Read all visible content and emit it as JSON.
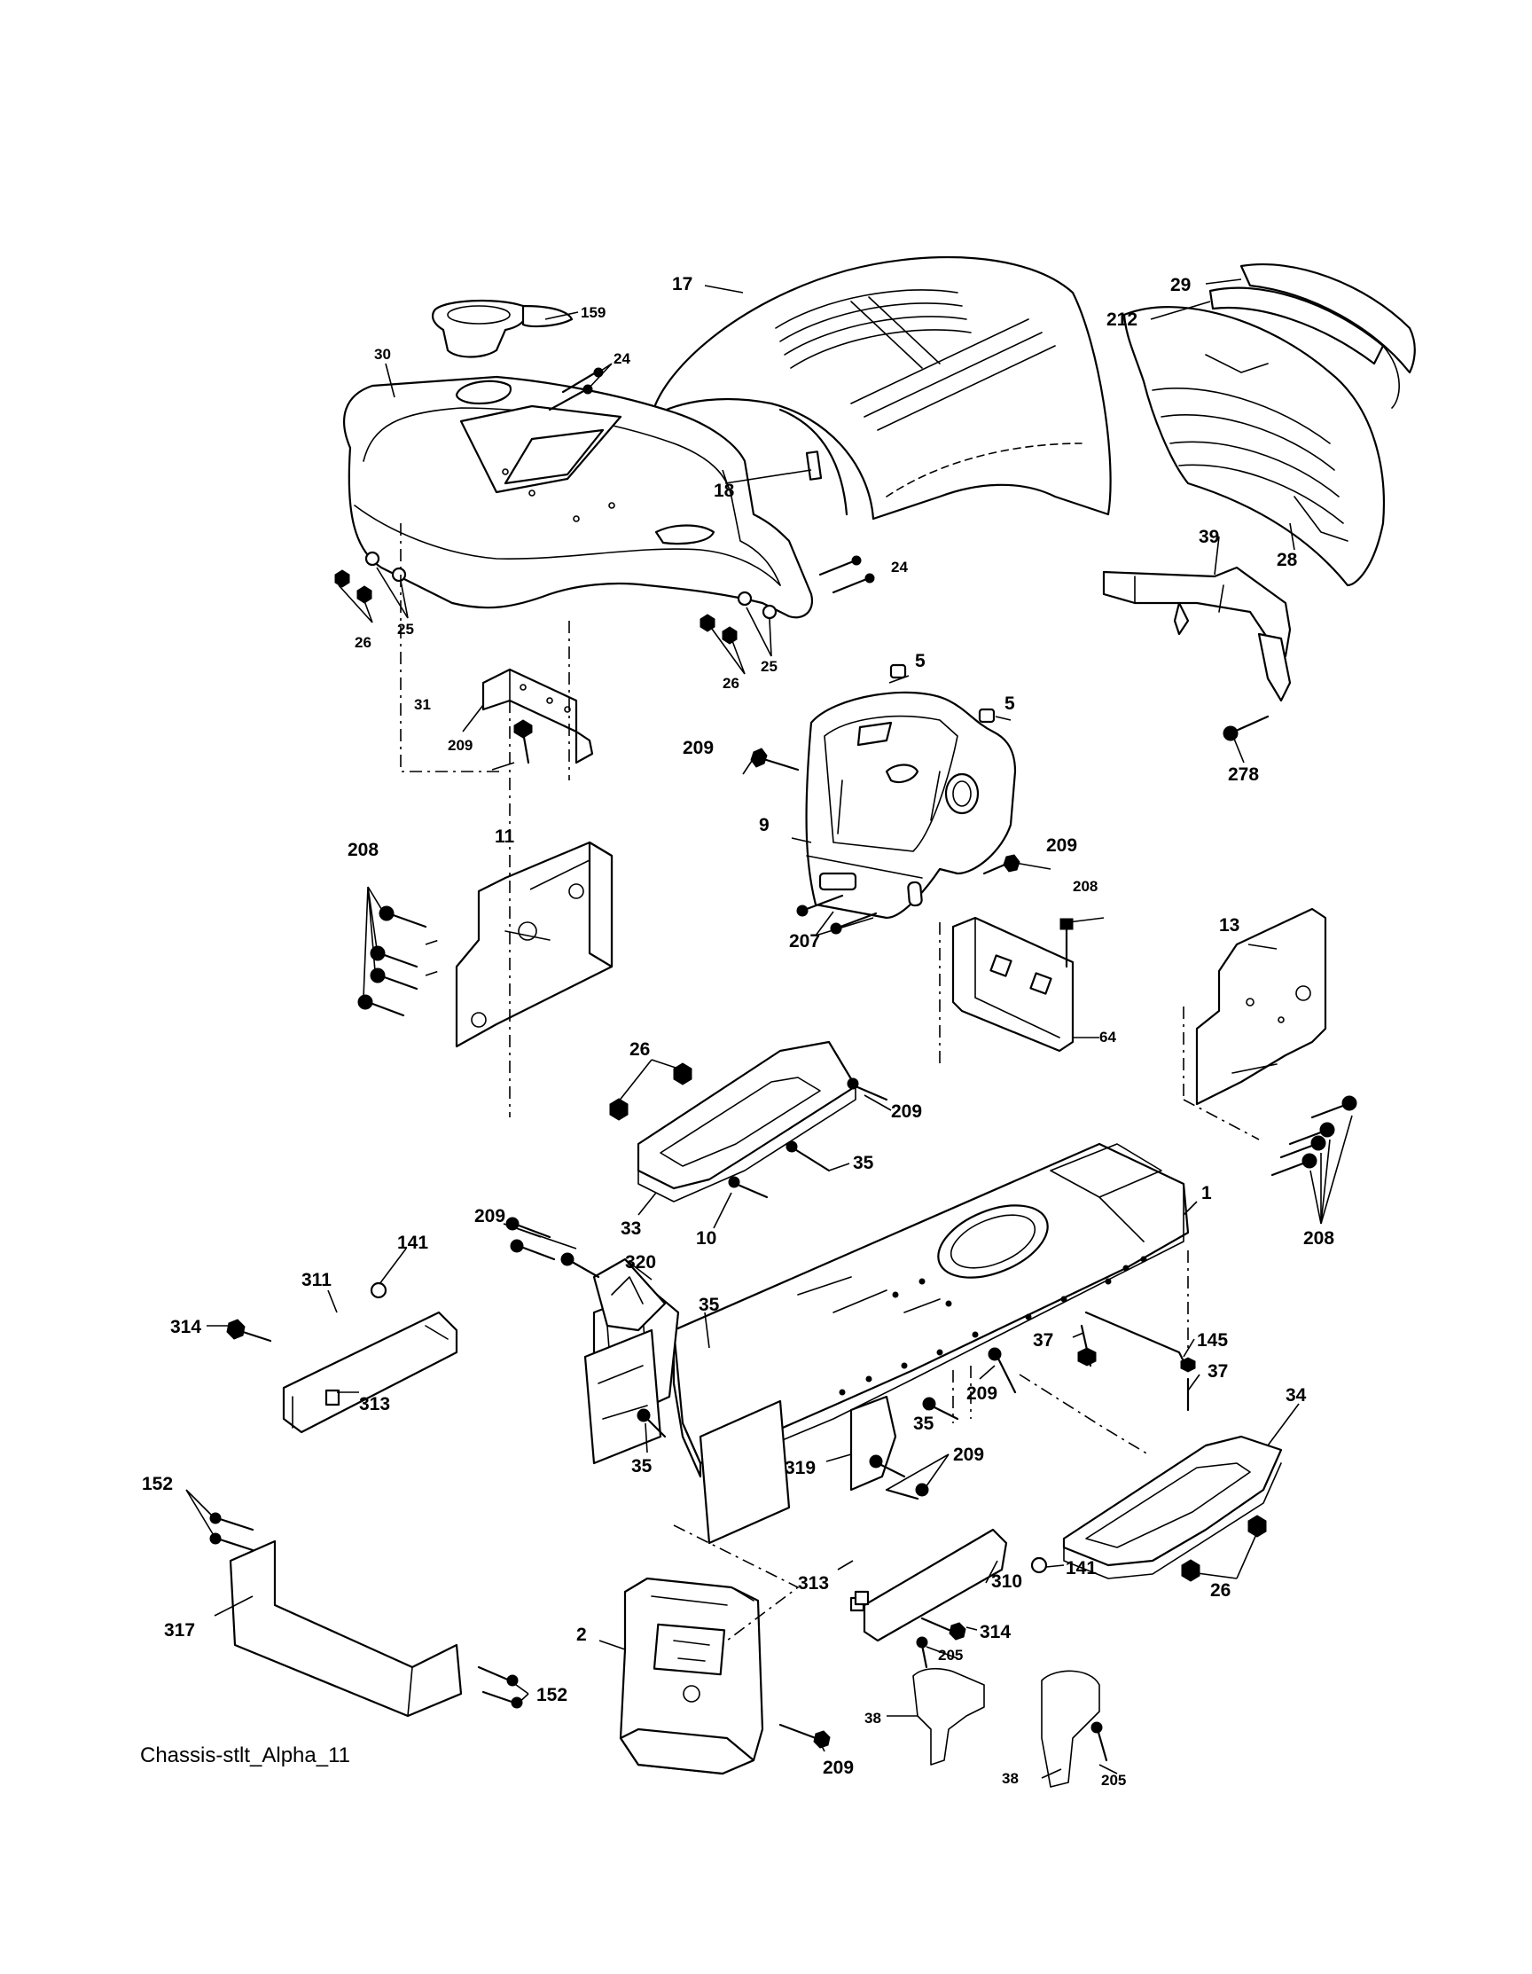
{
  "diagram": {
    "caption": "Chassis-stlt_Alpha_11",
    "callouts": {
      "c159": "159",
      "c17": "17",
      "c29": "29",
      "c212": "212",
      "c30": "30",
      "c24a": "24",
      "c24b": "24",
      "c18": "18",
      "c39": "39",
      "c28": "28",
      "c25a": "25",
      "c25b": "25",
      "c26a": "26",
      "c26b": "26",
      "c5a": "5",
      "c5b": "5",
      "c31": "31",
      "c209a": "209",
      "c209b": "209",
      "c278": "278",
      "c11": "11",
      "c208a": "208",
      "c9": "9",
      "c209c": "209",
      "c208b": "208",
      "c13": "13",
      "c207": "207",
      "c64": "64",
      "c26c": "26",
      "c209d": "209",
      "c35a": "35",
      "c33": "33",
      "c10": "10",
      "c1": "1",
      "c208c": "208",
      "c209e": "209",
      "c141a": "141",
      "c320": "320",
      "c311": "311",
      "c314a": "314",
      "c313a": "313",
      "c35b": "35",
      "c37a": "37",
      "c145": "145",
      "c37b": "37",
      "c209f": "209",
      "c35c": "35",
      "c34": "34",
      "c35d": "35",
      "c319": "319",
      "c209g": "209",
      "c152a": "152",
      "c317": "317",
      "c313b": "313",
      "c310": "310",
      "c141b": "141",
      "c26d": "26",
      "c314b": "314",
      "c2": "2",
      "c205a": "205",
      "c152b": "152",
      "c38a": "38",
      "c209h": "209",
      "c38b": "38",
      "c205b": "205"
    }
  }
}
